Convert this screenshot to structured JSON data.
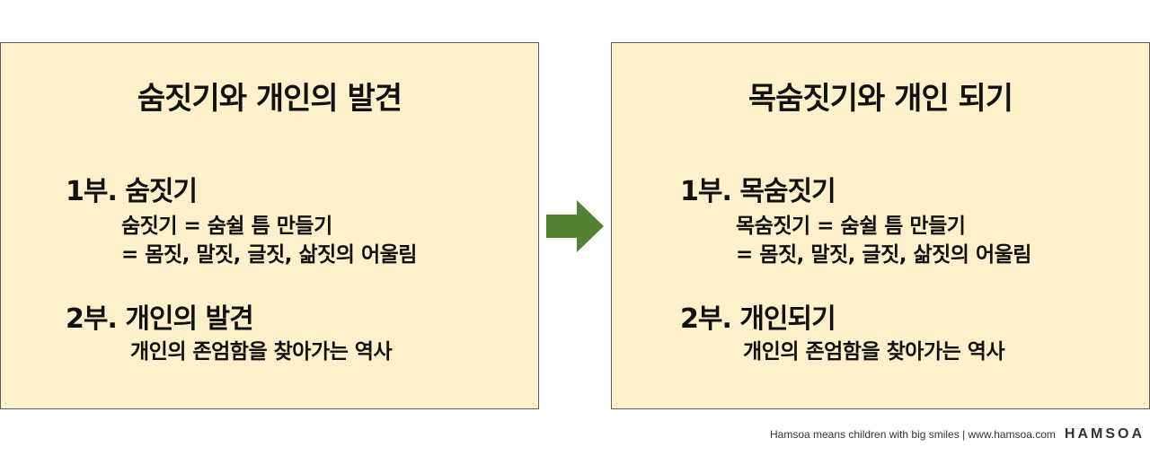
{
  "left_box": {
    "title": "숨짓기와 개인의 발견",
    "part1": {
      "heading": "1부. 숨짓기",
      "line1": "숨짓기 = 숨쉴 틈 만들기",
      "line2": "= 몸짓, 말짓, 글짓, 삶짓의 어울림"
    },
    "part2": {
      "heading": "2부. 개인의 발견",
      "line1": "개인의 존엄함을 찾아가는 역사"
    }
  },
  "right_box": {
    "title": "목숨짓기와 개인 되기",
    "part1": {
      "heading": "1부. 목숨짓기",
      "line1": "목숨짓기 = 숨쉴 틈 만들기",
      "line2": "= 몸짓, 말짓, 글짓, 삶짓의 어울림"
    },
    "part2": {
      "heading": "2부. 개인되기",
      "line1": "개인의 존엄함을 찾아가는 역사"
    }
  },
  "arrow": {
    "icon": "right-arrow-icon",
    "color": "#548235"
  },
  "footer": {
    "tagline": "Hamsoa means children with big smiles | www.hamsoa.com",
    "logo": "HAMSOA"
  },
  "colors": {
    "box_fill": "#fdf1cc",
    "box_border": "#5b5b5b",
    "text": "#111111"
  }
}
